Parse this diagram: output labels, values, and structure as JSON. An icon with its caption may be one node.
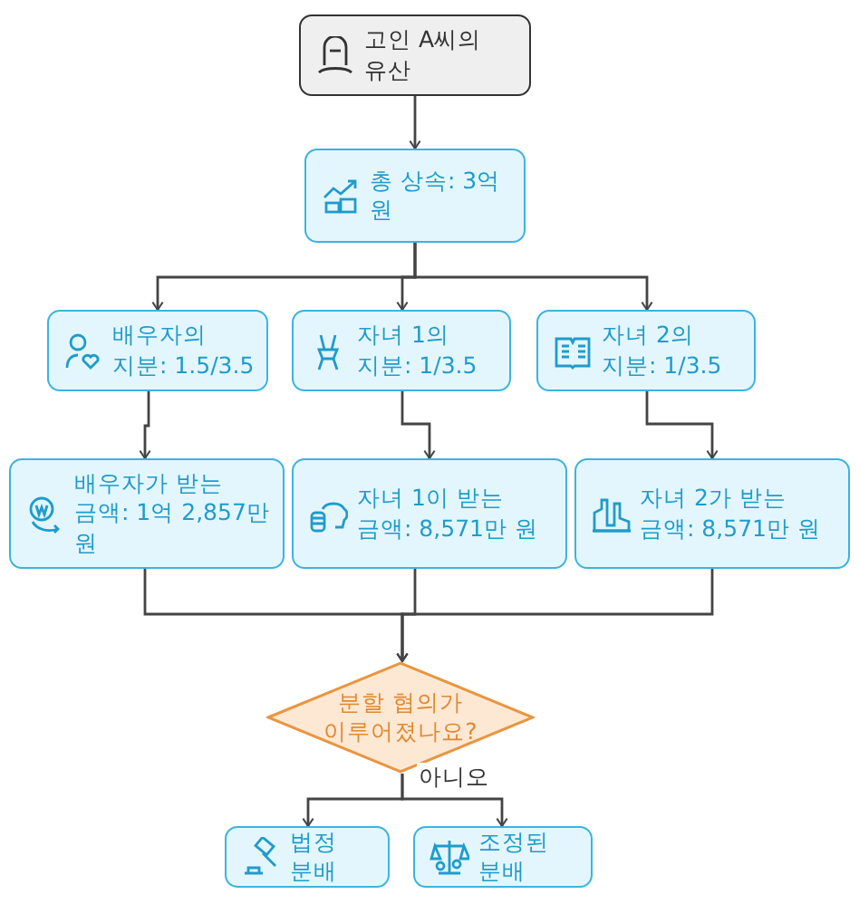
{
  "diagram": {
    "nodes": [
      {
        "text": [
          "고인 A씨의 유산"
        ]
      },
      {
        "text": [
          "총 상속: 3억 원"
        ]
      },
      {
        "text": [
          "배우자의 지분: 1.5/3.5"
        ]
      },
      {
        "text": [
          "자녀 1의 지분: 1/3.5"
        ]
      },
      {
        "text": [
          "자녀 2의 지분: 1/3.5"
        ]
      },
      {
        "text": [
          "배우자가 받는 금액: 1억 2,857만 원"
        ]
      },
      {
        "text": [
          "자녀 1이 받는 금액: 8,571만 원"
        ]
      },
      {
        "text": [
          "자녀 2가 받는 금액: 8,571만 원"
        ]
      },
      {
        "text": [
          "분할 협의가 이루어졌나요?"
        ]
      },
      {
        "text": [
          "법정 분배"
        ]
      },
      {
        "text": [
          "조정된 분배"
        ]
      }
    ],
    "edges": [
      {
        "from": 0,
        "to": 1,
        "arrow": "to"
      },
      {
        "from": 1,
        "to": 2,
        "arrow": "to"
      },
      {
        "from": 1,
        "to": 3,
        "arrow": "to"
      },
      {
        "from": 1,
        "to": 4,
        "arrow": "to"
      },
      {
        "from": 2,
        "to": 5,
        "arrow": "to"
      },
      {
        "from": 3,
        "to": 6,
        "arrow": "to"
      },
      {
        "from": 4,
        "to": 7,
        "arrow": "to"
      },
      {
        "from": 5,
        "to": 8,
        "arrow": "to"
      },
      {
        "from": 6,
        "to": 8,
        "arrow": "to"
      },
      {
        "from": 7,
        "to": 8,
        "arrow": "to"
      },
      {
        "from": 8,
        "to": 9,
        "arrow": "to"
      },
      {
        "from": 8,
        "to": 10,
        "arrow": "to",
        "label": "아니오"
      }
    ]
  }
}
